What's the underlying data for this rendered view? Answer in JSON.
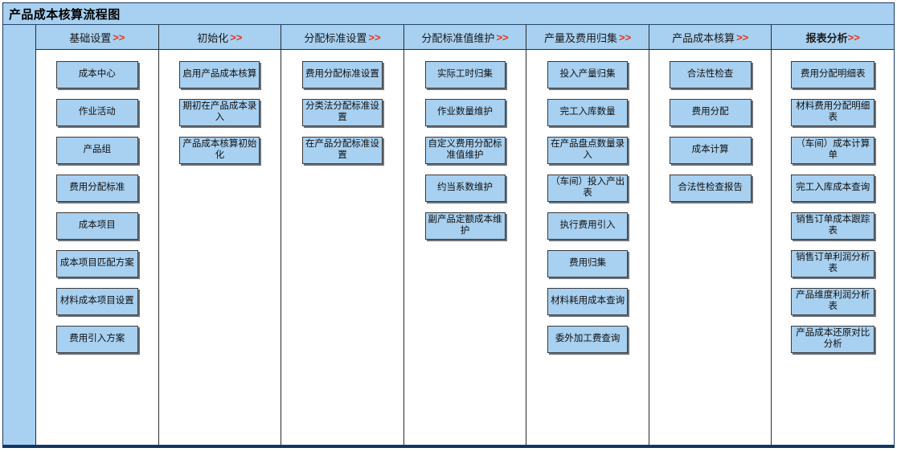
{
  "title": "产品成本核算流程图",
  "arrow_glyph": ">>",
  "colors": {
    "panel_blue": "#a8d0f0",
    "arrow_red": "#e03a1e",
    "border_dark": "#2b2b2b",
    "frame_navy": "#123766",
    "node_shadow": "#6d7278"
  },
  "columns": [
    {
      "header": "基础设置",
      "bold": false,
      "items": [
        "成本中心",
        "作业活动",
        "产品组",
        "费用分配标准",
        "成本项目",
        "成本项目匹配方案",
        "材料成本项目设置",
        "费用引入方案"
      ]
    },
    {
      "header": "初始化",
      "bold": false,
      "items": [
        "启用产品成本核算",
        "期初在产品成本录入",
        "产品成本核算初始化"
      ]
    },
    {
      "header": "分配标准设置",
      "bold": false,
      "items": [
        "费用分配标准设置",
        "分类法分配标准设置",
        "在产品分配标准设置"
      ]
    },
    {
      "header": "分配标准值维护",
      "bold": false,
      "items": [
        "实际工时归集",
        "作业数量维护",
        "自定义费用分配标准值维护",
        "约当系数维护",
        "副产品定额成本维护"
      ]
    },
    {
      "header": "产量及费用归集",
      "bold": false,
      "items": [
        "投入产量归集",
        "完工入库数量",
        "在产品盘点数量录入",
        "（车间）投入产出表",
        "执行费用引入",
        "费用归集",
        "材料耗用成本查询",
        "委外加工费查询"
      ]
    },
    {
      "header": "产品成本核算",
      "bold": false,
      "items": [
        "合法性检查",
        "费用分配",
        "成本计算",
        "合法性检查报告"
      ]
    },
    {
      "header": "报表分析",
      "bold": true,
      "items": [
        "费用分配明细表",
        "材料费用分配明细表",
        "（车间）成本计算单",
        "完工入库成本查询",
        "销售订单成本跟踪表",
        "销售订单利润分析表",
        "产品维度利润分析表",
        "产品成本还原对比分析"
      ]
    }
  ]
}
